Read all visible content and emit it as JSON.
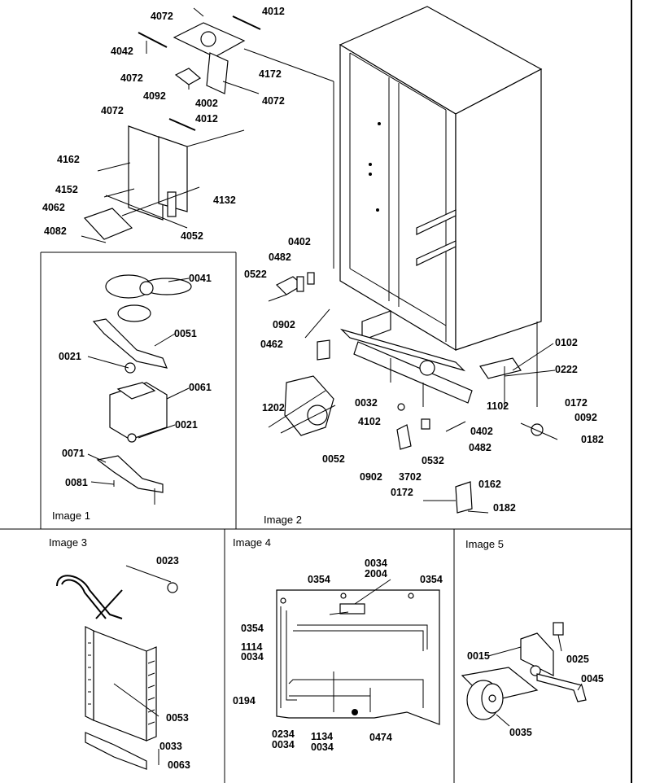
{
  "panels": {
    "image1": "Image 1",
    "image2": "Image 2",
    "image3": "Image 3",
    "image4": "Image 4",
    "image5": "Image 5"
  },
  "labels": {
    "top": [
      "4072",
      "4012",
      "4042",
      "4072",
      "4172",
      "4092",
      "4002",
      "4072",
      "4072",
      "4012",
      "4162",
      "4152",
      "4132",
      "4062",
      "4082",
      "4052"
    ],
    "image1": [
      "0041",
      "0051",
      "0021",
      "0061",
      "0021",
      "0071",
      "0081"
    ],
    "image2": [
      "0402",
      "0482",
      "0522",
      "0902",
      "0462",
      "0102",
      "0222",
      "0032",
      "1102",
      "1202",
      "0172",
      "0092",
      "4102",
      "0182",
      "0402",
      "0482",
      "0532",
      "0052",
      "0902",
      "3702",
      "0162",
      "0172",
      "0182"
    ],
    "image3": [
      "0023",
      "0053",
      "0033",
      "0063"
    ],
    "image4": [
      "0034",
      "2004",
      "0354",
      "0354",
      "0354",
      "1114",
      "0034",
      "0194",
      "0234",
      "0034",
      "1134",
      "0034",
      "0474"
    ],
    "image5": [
      "0015",
      "0025",
      "0045",
      "0035"
    ]
  }
}
